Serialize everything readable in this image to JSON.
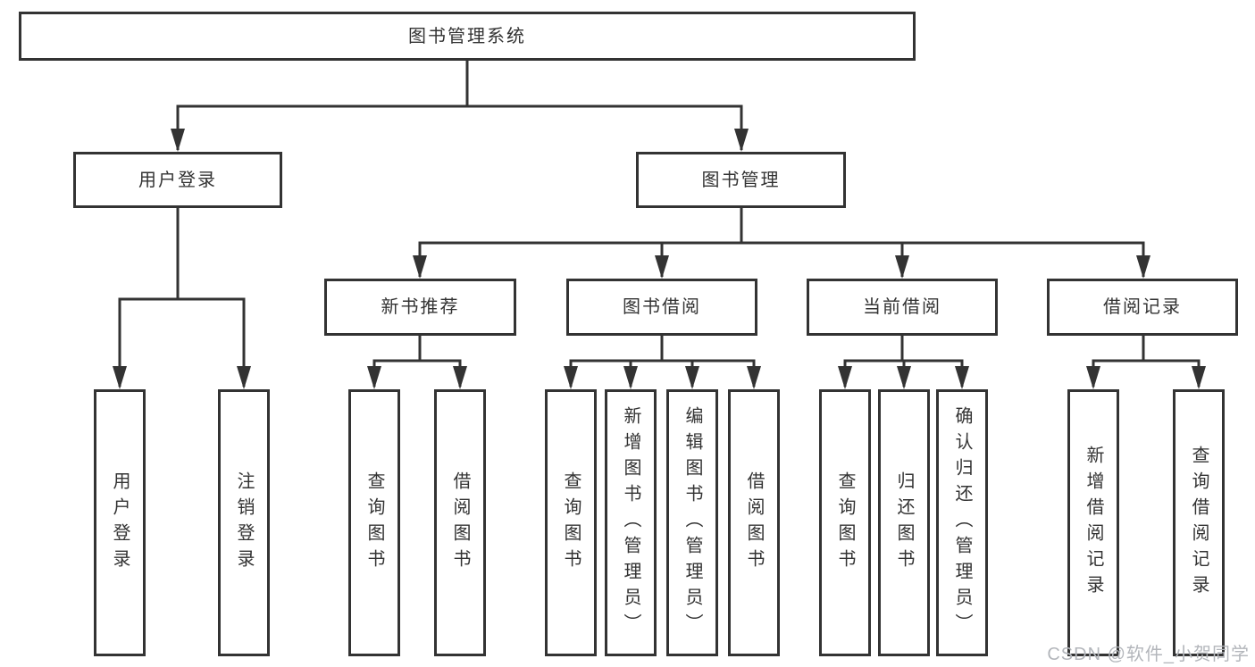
{
  "diagram": {
    "type": "hierarchy-tree",
    "colors": {
      "line": "#333333",
      "text": "#333333",
      "box_fill": "#ffffff",
      "background": "#ffffff",
      "watermark": "#b3b6bb"
    },
    "tree": {
      "root": {
        "label": "图书管理系统"
      },
      "children": [
        {
          "label": "用户登录",
          "children": [
            {
              "label": "用户登录"
            },
            {
              "label": "注销登录"
            }
          ]
        },
        {
          "label": "图书管理",
          "children": [
            {
              "label": "新书推荐",
              "children": [
                {
                  "label": "查询图书"
                },
                {
                  "label": "借阅图书"
                }
              ]
            },
            {
              "label": "图书借阅",
              "children": [
                {
                  "label": "查询图书"
                },
                {
                  "label": "新增图书（管理员）"
                },
                {
                  "label": "编辑图书（管理员）"
                },
                {
                  "label": "借阅图书"
                }
              ]
            },
            {
              "label": "当前借阅",
              "children": [
                {
                  "label": "查询图书"
                },
                {
                  "label": "归还图书"
                },
                {
                  "label": "确认归还（管理员）"
                }
              ]
            },
            {
              "label": "借阅记录",
              "children": [
                {
                  "label": "新增借阅记录"
                },
                {
                  "label": "查询借阅记录"
                }
              ]
            }
          ]
        }
      ]
    },
    "watermark": {
      "text": "CSDN @软件_小贺同学"
    }
  }
}
